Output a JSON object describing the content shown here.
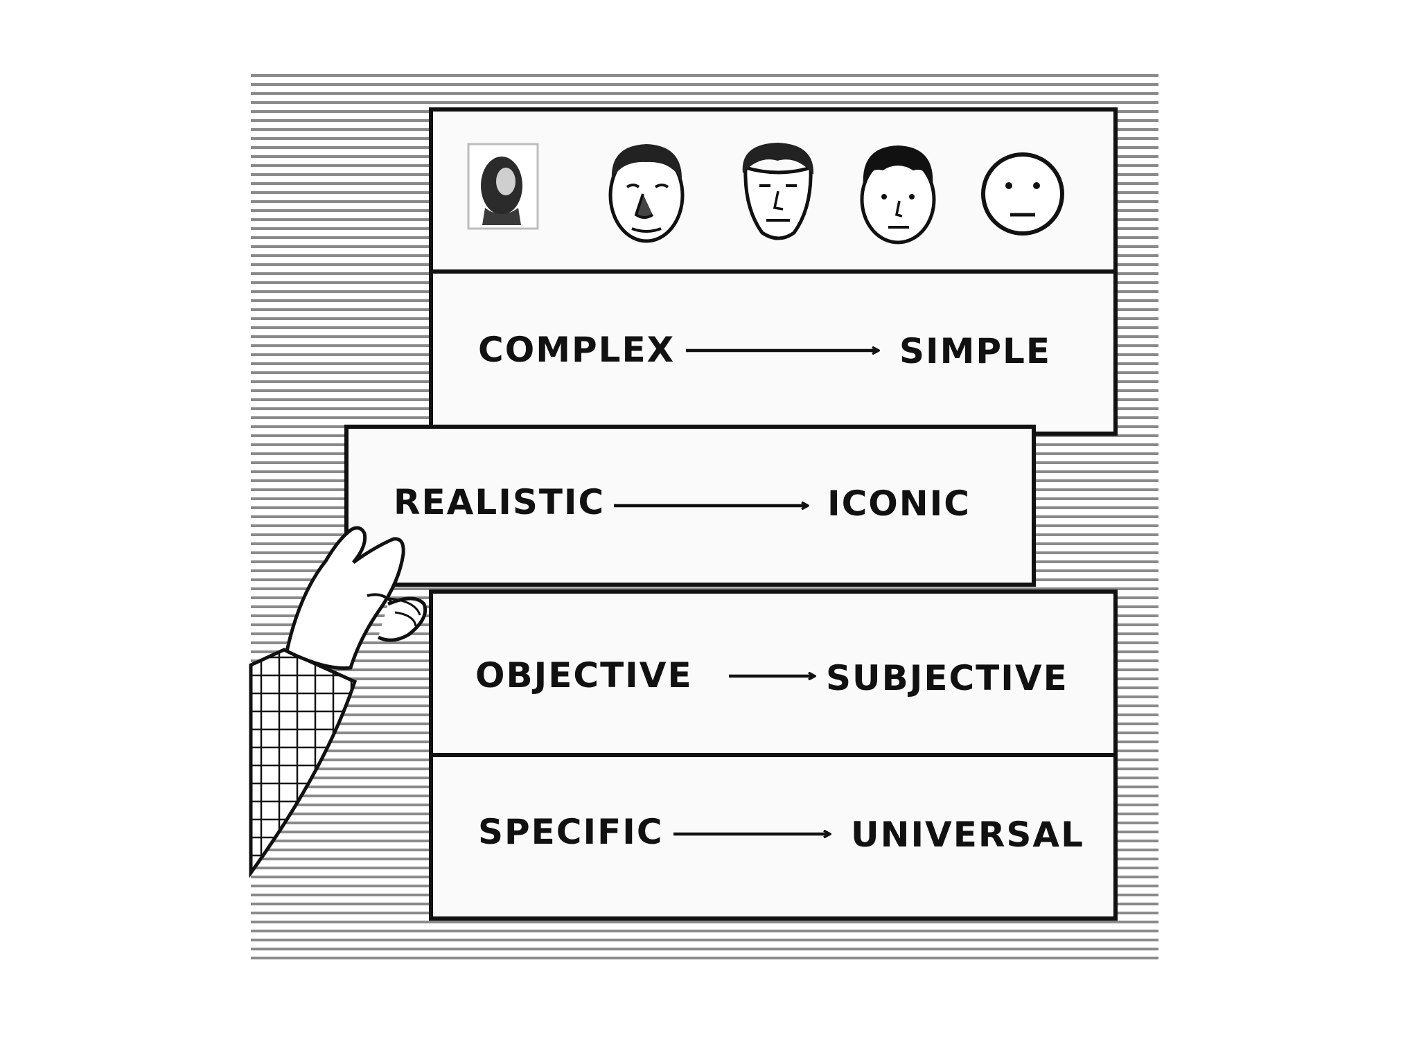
{
  "panel": {
    "faces": [
      {
        "icon": "photo-portrait-icon"
      },
      {
        "icon": "detailed-drawn-face-icon"
      },
      {
        "icon": "semi-detailed-face-icon"
      },
      {
        "icon": "cartoon-face-icon"
      },
      {
        "icon": "simple-smiley-face-icon"
      }
    ]
  },
  "rows": [
    {
      "left": "COMPLEX",
      "right": "SIMPLE"
    },
    {
      "left": "REALISTIC",
      "right": "ICONIC"
    },
    {
      "left": "OBJECTIVE",
      "right": "SUBJECTIVE"
    },
    {
      "left": "SPECIFIC",
      "right": "UNIVERSAL"
    }
  ],
  "colors": {
    "ink": "#111111",
    "paper": "#ffffff",
    "card": "#fafafa",
    "background_lines": "#8a8a8a"
  }
}
